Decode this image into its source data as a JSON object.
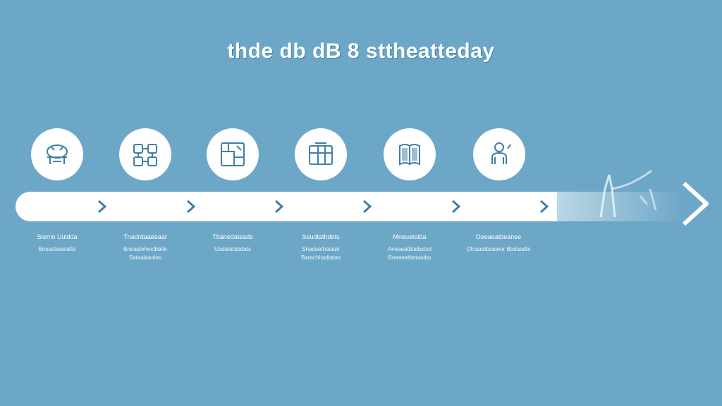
{
  "title": "thde db dB 8 sttheatteday",
  "steps": [
    {
      "icon": "gears-icon",
      "heading": "Stemo Uuldda",
      "body": "Bneasteastatte"
    },
    {
      "icon": "network-icon",
      "heading": "Tnadrdaaeeaar",
      "body": "Bneastehectbatle Sataalaaalas"
    },
    {
      "icon": "diagram-icon",
      "heading": "Tbanedateads",
      "body": "Uadatetabdats"
    },
    {
      "icon": "grid-icon",
      "heading": "Seudtathdets",
      "body": "Shadsethalaah Barachhadtatas"
    },
    {
      "icon": "book-icon",
      "heading": "Mneuetelda",
      "body": "Aneaeatbtalbstod Bneaeatbetaatbo"
    },
    {
      "icon": "person-icon",
      "heading": "Oeeaeatbeanee",
      "body": "Ofcaaatbsateor Bbdaadte"
    }
  ],
  "colors": {
    "background": "#6da7c8",
    "accent": "#3f7fa6",
    "surface": "#ffffff"
  }
}
